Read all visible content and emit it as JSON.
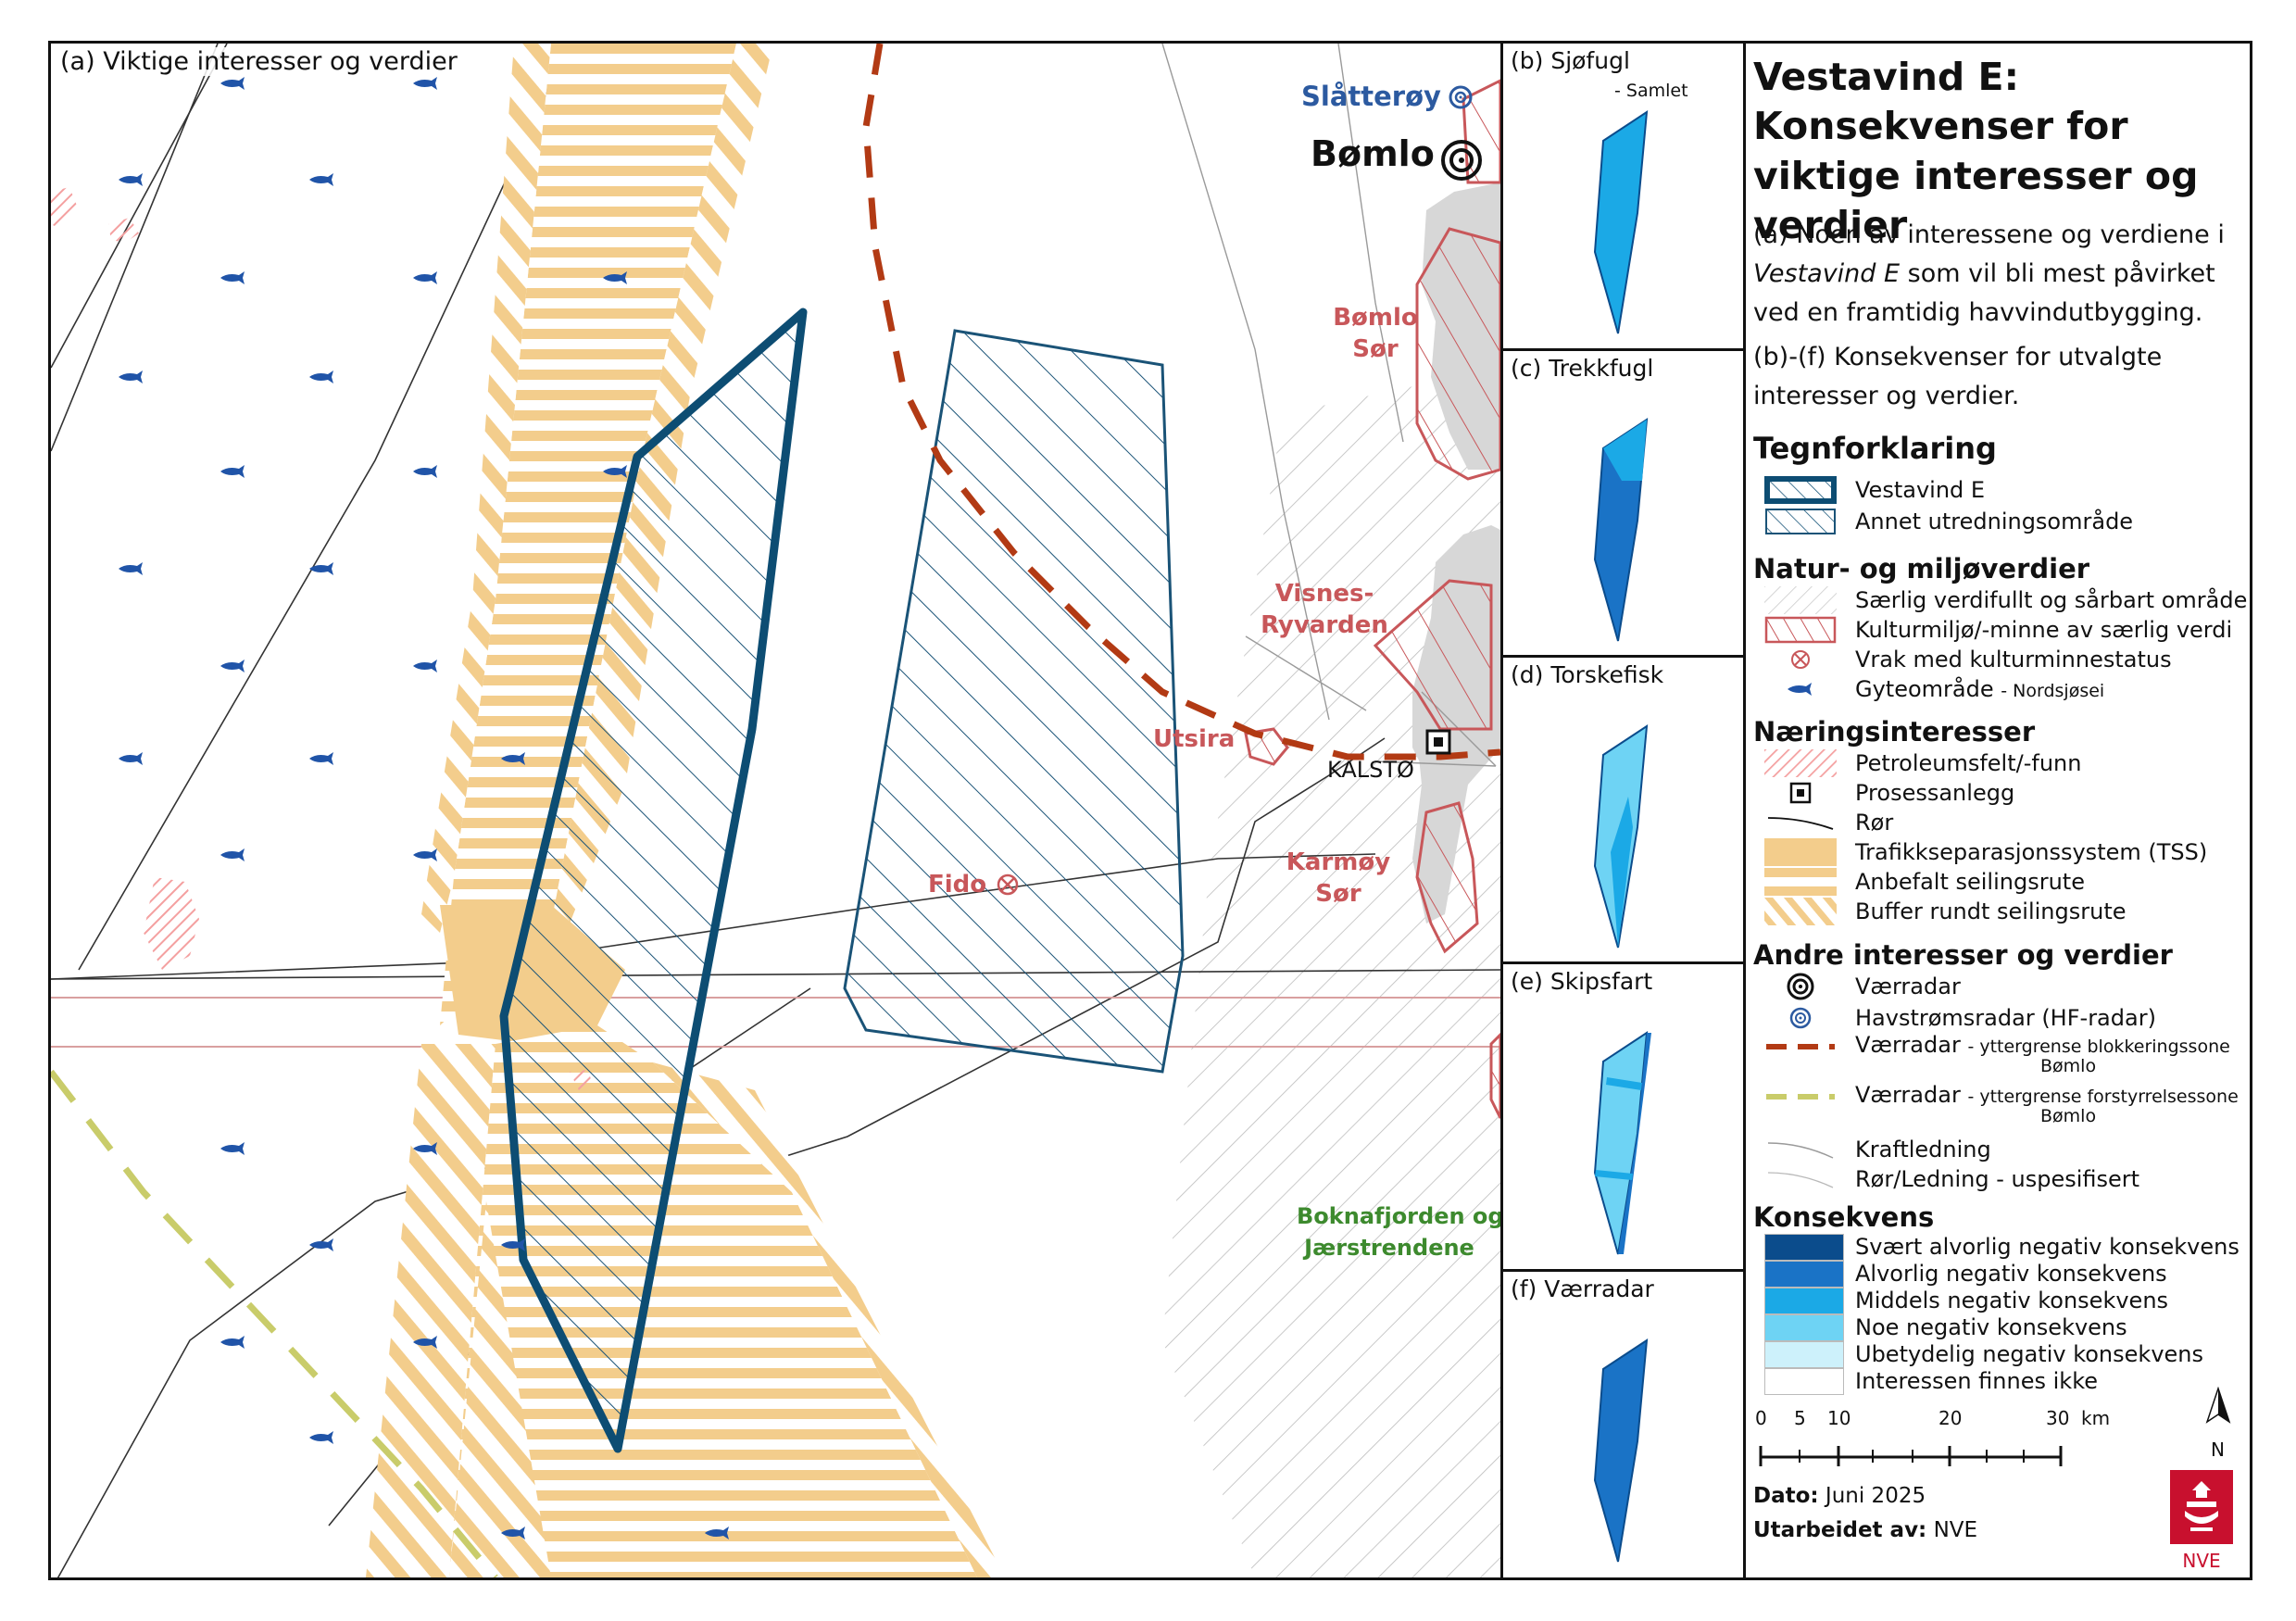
{
  "colors": {
    "vestavind": "#0d4d73",
    "annet": "#1a5377",
    "tss": "#f3cd8c",
    "kultur": "#c8575a",
    "blokkering": "#b23a14",
    "forstyrrelse": "#c9cc6a",
    "green_label": "#3d8a2e",
    "blue_label": "#2c5aa0",
    "land": "#d7d7d7"
  },
  "main_map": {
    "panel_label": "(a) Viktige interesser og verdier",
    "places": {
      "slatteroy": "Slåtterøy",
      "bomlo": "Bømlo",
      "bomlo_sor_1": "Bømlo",
      "bomlo_sor_2": "Sør",
      "visnes_1": "Visnes-",
      "visnes_2": "Ryvarden",
      "utsira": "Utsira",
      "kalsto": "KALSTØ",
      "fido": "Fido",
      "karmoy_1": "Karmøy",
      "karmoy_2": "Sør",
      "boknafjorden_1": "Boknafjorden og",
      "boknafjorden_2": "Jærstrendene"
    }
  },
  "panels": [
    {
      "label": "(b) Sjøfugl",
      "sub": "- Samlet"
    },
    {
      "label": "(c) Trekkfugl",
      "sub": ""
    },
    {
      "label": "(d) Torskefisk",
      "sub": ""
    },
    {
      "label": "(e) Skipsfart",
      "sub": ""
    },
    {
      "label": "(f) Værradar",
      "sub": ""
    }
  ],
  "legend": {
    "title": "Vestavind E: Konsekvenser for viktige interesser og verdier",
    "desc_a_1": "(a) Noen av interessene og verdiene i",
    "desc_a_2_italic": "Vestavind E",
    "desc_a_2_rest": " som vil bli mest påvirket",
    "desc_a_3": "ved en framtidig havvindutbygging.",
    "desc_b_1": "(b)-(f) Konsekvenser for utvalgte",
    "desc_b_2": "interesser og verdier.",
    "tegnforklaring": "Tegnforklaring",
    "vestavind_e": "Vestavind E",
    "annet": "Annet utredningsområde",
    "natur_head": "Natur- og miljøverdier",
    "natur": [
      "Særlig verdifullt og sårbart område",
      "Kulturmiljø/-minne av særlig verdi",
      "Vrak med kulturminnestatus"
    ],
    "gyte": "Gyteområde",
    "gyte_sub": "- Nordsjøsei",
    "naering_head": "Næringsinteresser",
    "naering": [
      "Petroleumsfelt/-funn",
      "Prosessanlegg",
      "Rør",
      "Trafikkseparasjonssystem (TSS)",
      "Anbefalt seilingsrute",
      "Buffer rundt seilingsrute"
    ],
    "andre_head": "Andre interesser og verdier",
    "vaerradar": "Værradar",
    "hf": "Havstrømsradar (HF-radar)",
    "blokk": "Værradar",
    "blokk_sub_1": "- yttergrense blokkeringssone",
    "blokk_sub_2": "Bømlo",
    "forst": "Værradar",
    "forst_sub_1": "- yttergrense forstyrrelsessone",
    "forst_sub_2": "Bømlo",
    "kraft": "Kraftledning",
    "ror_usp": "Rør/Ledning - uspesifisert",
    "kons_head": "Konsekvens",
    "konsekvens": [
      {
        "label": "Svært alvorlig negativ konsekvens",
        "color": "#0b4c8c"
      },
      {
        "label": "Alvorlig negativ konsekvens",
        "color": "#1a73c6"
      },
      {
        "label": "Middels negativ konsekvens",
        "color": "#1ba9e6"
      },
      {
        "label": "Noe negativ konsekvens",
        "color": "#6ed3f4"
      },
      {
        "label": "Ubetydelig negativ konsekvens",
        "color": "#cdf1fb"
      },
      {
        "label": "Interessen finnes ikke",
        "color": "#ffffff"
      }
    ],
    "scale_ticks": [
      "0",
      "5",
      "10",
      "20",
      "30"
    ],
    "scale_unit": "km",
    "north": "N",
    "dato_label": "Dato:",
    "dato": "Juni 2025",
    "utarbeidet_label": "Utarbeidet av:",
    "utarbeidet": "NVE",
    "logo_text": "NVE"
  }
}
